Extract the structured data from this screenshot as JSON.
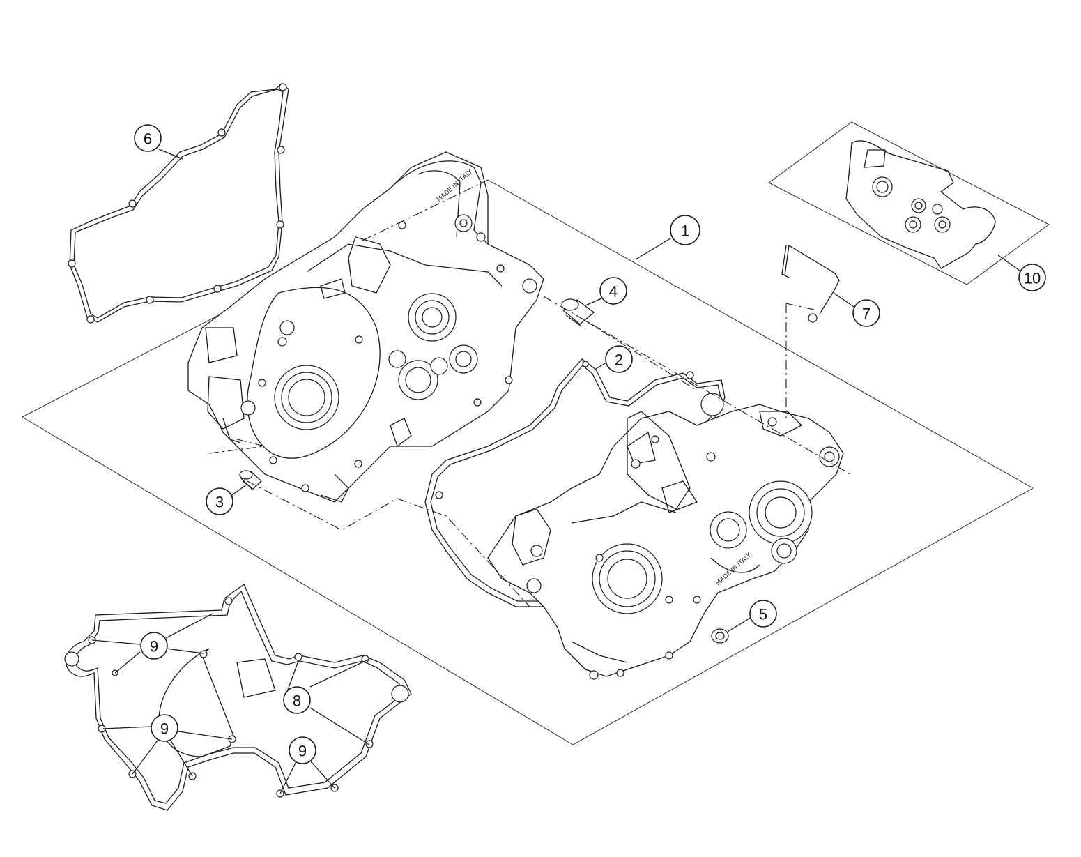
{
  "diagram": {
    "callouts": [
      {
        "id": "c1",
        "label": "1"
      },
      {
        "id": "c2",
        "label": "2"
      },
      {
        "id": "c3",
        "label": "3"
      },
      {
        "id": "c4",
        "label": "4"
      },
      {
        "id": "c5",
        "label": "5"
      },
      {
        "id": "c6",
        "label": "6"
      },
      {
        "id": "c7",
        "label": "7"
      },
      {
        "id": "c8",
        "label": "8"
      },
      {
        "id": "c9a",
        "label": "9"
      },
      {
        "id": "c9b",
        "label": "9"
      },
      {
        "id": "c9c",
        "label": "9"
      },
      {
        "id": "c10",
        "label": "10"
      }
    ],
    "stamps": {
      "left_case": "MADE IN ITALY",
      "right_case": "MADE IN ITALY"
    }
  }
}
